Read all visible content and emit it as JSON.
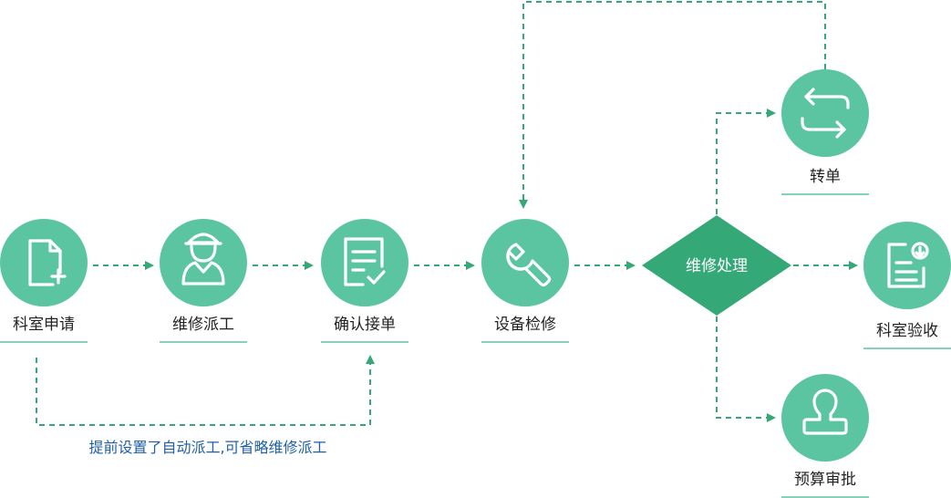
{
  "colors": {
    "accent": "#5bc4a1",
    "decision": "#35a878",
    "line": "#35a878",
    "note_text": "#1d5fa8"
  },
  "nodes": {
    "apply": {
      "label": "科室申请",
      "icon": "file-plus-icon"
    },
    "dispatch": {
      "label": "维修派工",
      "icon": "worker-icon"
    },
    "confirm": {
      "label": "确认接单",
      "icon": "checklist-icon"
    },
    "repair": {
      "label": "设备检修",
      "icon": "wrench-icon"
    },
    "decision": {
      "label": "维修处理"
    },
    "transfer": {
      "label": "转单",
      "icon": "swap-arrows-icon"
    },
    "accept": {
      "label": "科室验收",
      "icon": "document-download-icon"
    },
    "budget": {
      "label": "预算审批",
      "icon": "stamp-icon"
    }
  },
  "note": "提前设置了自动派工,可省略维修派工"
}
